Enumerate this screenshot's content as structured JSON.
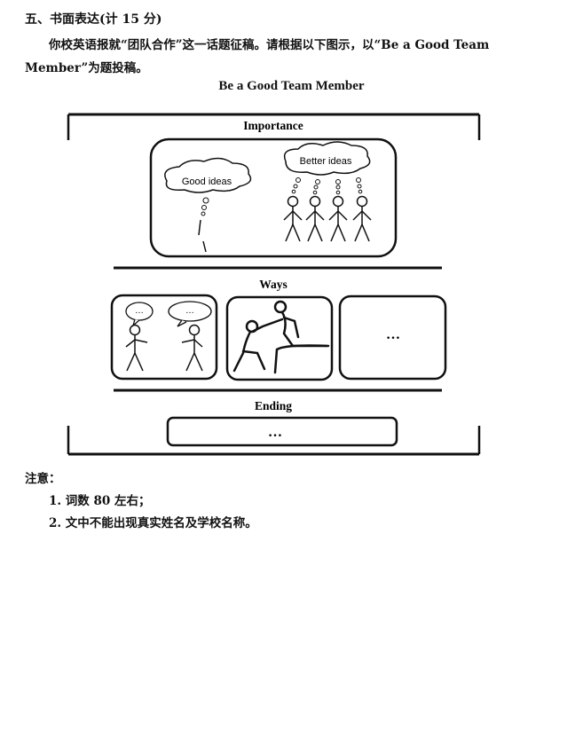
{
  "section": {
    "heading": "五、书面表达(计 15 分)"
  },
  "prompt": {
    "text": "你校英语报就“团队合作”这一话题征稿。请根据以下图示，以“Be a Good Team Member”为题投稿。"
  },
  "figure": {
    "title": "Be a Good Team Member",
    "importance": {
      "label": "Importance",
      "cloud_left": "Good ideas",
      "cloud_right": "Better ideas"
    },
    "ways": {
      "label": "Ways",
      "bubble": "…",
      "box3_text": "…"
    },
    "ending": {
      "label": "Ending",
      "text": "…"
    }
  },
  "notes": {
    "title": "注意：",
    "items": [
      "1. 词数 80 左右；",
      "2. 文中不能出现真实姓名及学校名称。"
    ]
  }
}
